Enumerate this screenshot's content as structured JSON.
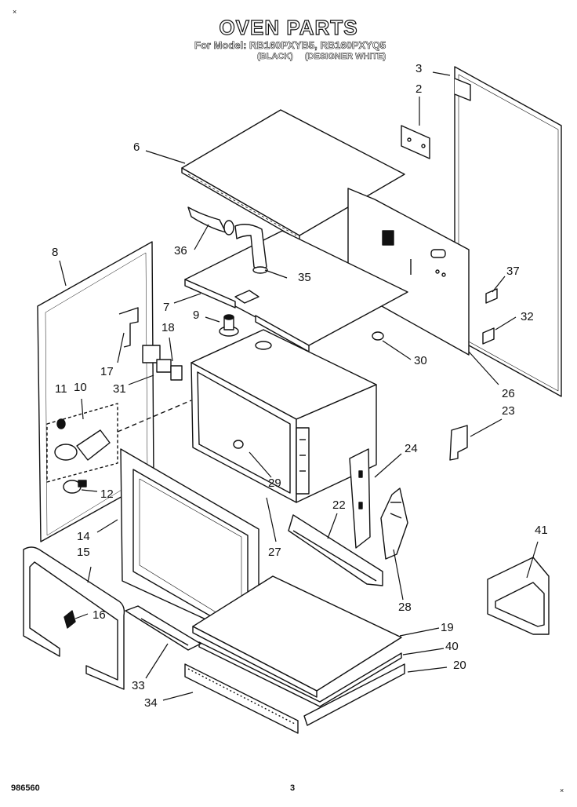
{
  "header": {
    "title": "OVEN PARTS",
    "models": "For Model: RB160PXYB5, RB160PXYQ5",
    "variants": [
      "(BLACK)",
      "(DESIGNER WHITE)"
    ]
  },
  "parts": [
    "2",
    "3",
    "6",
    "7",
    "8",
    "9",
    "10",
    "11",
    "12",
    "14",
    "15",
    "16",
    "17",
    "18",
    "19",
    "20",
    "22",
    "23",
    "24",
    "26",
    "27",
    "28",
    "29",
    "30",
    "31",
    "32",
    "33",
    "34",
    "35",
    "36",
    "37",
    "40",
    "41"
  ],
  "footer": {
    "doc_number": "986560",
    "page": "3"
  },
  "corner_mark": "×"
}
